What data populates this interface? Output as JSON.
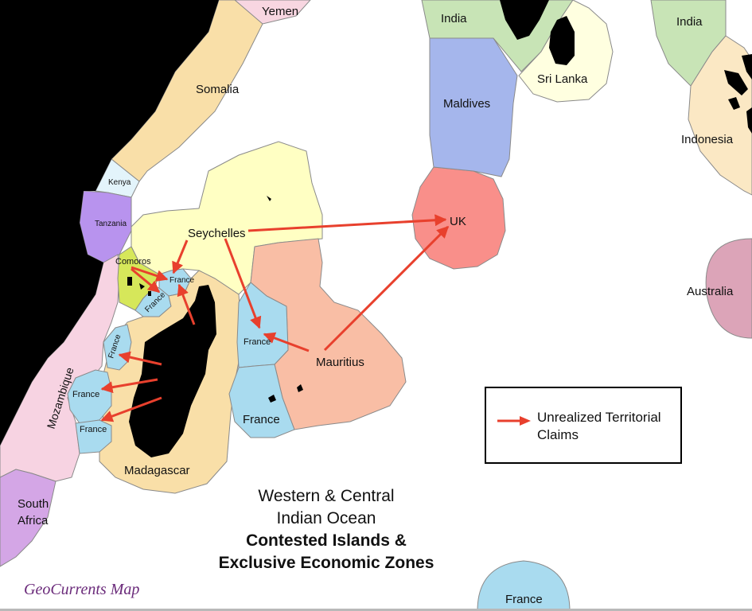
{
  "map": {
    "title_line1": "Western & Central",
    "title_line2": "Indian Ocean",
    "title_line3": "Contested Islands &",
    "title_line4": "Exclusive Economic Zones",
    "credit": "GeoCurrents Map",
    "legend_label": "Unrealized Territorial Claims",
    "colors": {
      "land": "#000000",
      "arrow": "#e8402d",
      "somalia": "#f9dfa8",
      "yemen": "#f8d6e1",
      "kenya": "#e3f4fb",
      "tanzania": "#b893ee",
      "mozambique": "#f7d3e2",
      "south_africa": "#d4a6e6",
      "comoros": "#d6e75a",
      "france": "#a9dbef",
      "madagascar": "#f9dfa8",
      "seychelles": "#ffffc3",
      "mauritius": "#f9bea5",
      "uk": "#f98f8a",
      "maldives": "#a5b6ec",
      "india": "#c8e4b6",
      "sri_lanka": "#ffffe0",
      "indonesia": "#fbe8c4",
      "australia": "#dca4b8"
    },
    "labels": {
      "yemen": "Yemen",
      "somalia": "Somalia",
      "kenya": "Kenya",
      "tanzania": "Tanzania",
      "mozambique": "Mozambique",
      "south_africa_1": "South",
      "south_africa_2": "Africa",
      "comoros": "Comoros",
      "seychelles": "Seychelles",
      "madagascar": "Madagascar",
      "mauritius": "Mauritius",
      "uk": "UK",
      "maldives": "Maldives",
      "india_1": "India",
      "india_2": "India",
      "sri_lanka": "Sri Lanka",
      "indonesia": "Indonesia",
      "australia": "Australia",
      "france_mayotte": "France",
      "france_glorioso": "France",
      "france_juan_de_nova": "France",
      "france_bassas_da_india": "France",
      "france_europa": "France",
      "france_tromelin": "France",
      "france_reunion": "France",
      "france_kerguelen": "France"
    }
  }
}
